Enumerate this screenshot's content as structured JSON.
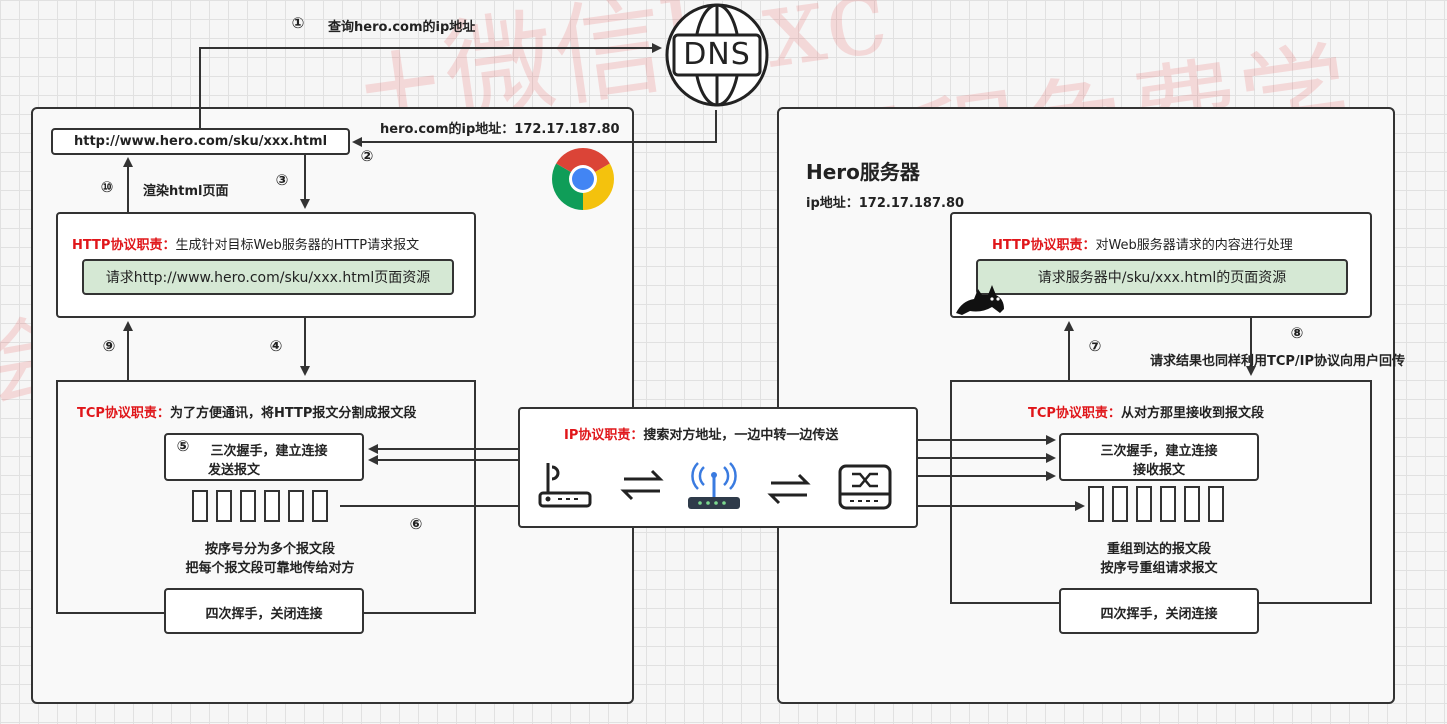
{
  "watermark": {
    "line1": "+微信laxc",
    "line2": "课程免费学",
    "line3": "会员"
  },
  "dns": {
    "label": "DNS"
  },
  "steps": {
    "s1": "①",
    "s1_text": "查询hero.com的ip地址",
    "s2": "②",
    "s2_text": "hero.com的ip地址：172.17.187.80",
    "s3": "③",
    "s4": "④",
    "s5": "⑤",
    "s6": "⑥",
    "s7": "⑦",
    "s8": "⑧",
    "s8_text": "请求结果也同样利用TCP/IP协议向用户回传",
    "s9": "⑨",
    "s10": "⑩",
    "s10_text": "渲染html页面"
  },
  "client": {
    "url": "http://www.hero.com/sku/xxx.html",
    "http_title": "HTTP协议职责：",
    "http_desc": "生成针对目标Web服务器的HTTP请求报文",
    "http_request": "请求http://www.hero.com/sku/xxx.html页面资源",
    "tcp_title": "TCP协议职责：",
    "tcp_desc": "为了方便通讯，将HTTP报文分割成报文段",
    "handshake_line1": "三次握手，建立连接",
    "handshake_line2": "发送报文",
    "split_line1": "按序号分为多个报文段",
    "split_line2": "把每个报文段可靠地传给对方",
    "close": "四次挥手，关闭连接"
  },
  "network": {
    "ip_title": "IP协议职责：",
    "ip_desc": "搜索对方地址，一边中转一边传送",
    "icons": [
      "router-icon",
      "swap-arrows-icon",
      "wifi-router-icon",
      "swap-arrows-icon",
      "switch-icon"
    ]
  },
  "server": {
    "title": "Hero服务器",
    "ip": "ip地址：172.17.187.80",
    "http_title": "HTTP协议职责：",
    "http_desc": "对Web服务器请求的内容进行处理",
    "http_request": "请求服务器中/sku/xxx.html的页面资源",
    "tcp_title": "TCP协议职责：",
    "tcp_desc": "从对方那里接收到报文段",
    "handshake_line1": "三次握手，建立连接",
    "handshake_line2": "接收报文",
    "reassemble_line1": "重组到达的报文段",
    "reassemble_line2": "按序号重组请求报文",
    "close": "四次挥手，关闭连接"
  },
  "colors": {
    "red": "#e0161a",
    "green_box": "#d5e8d4",
    "stroke": "#333333"
  }
}
